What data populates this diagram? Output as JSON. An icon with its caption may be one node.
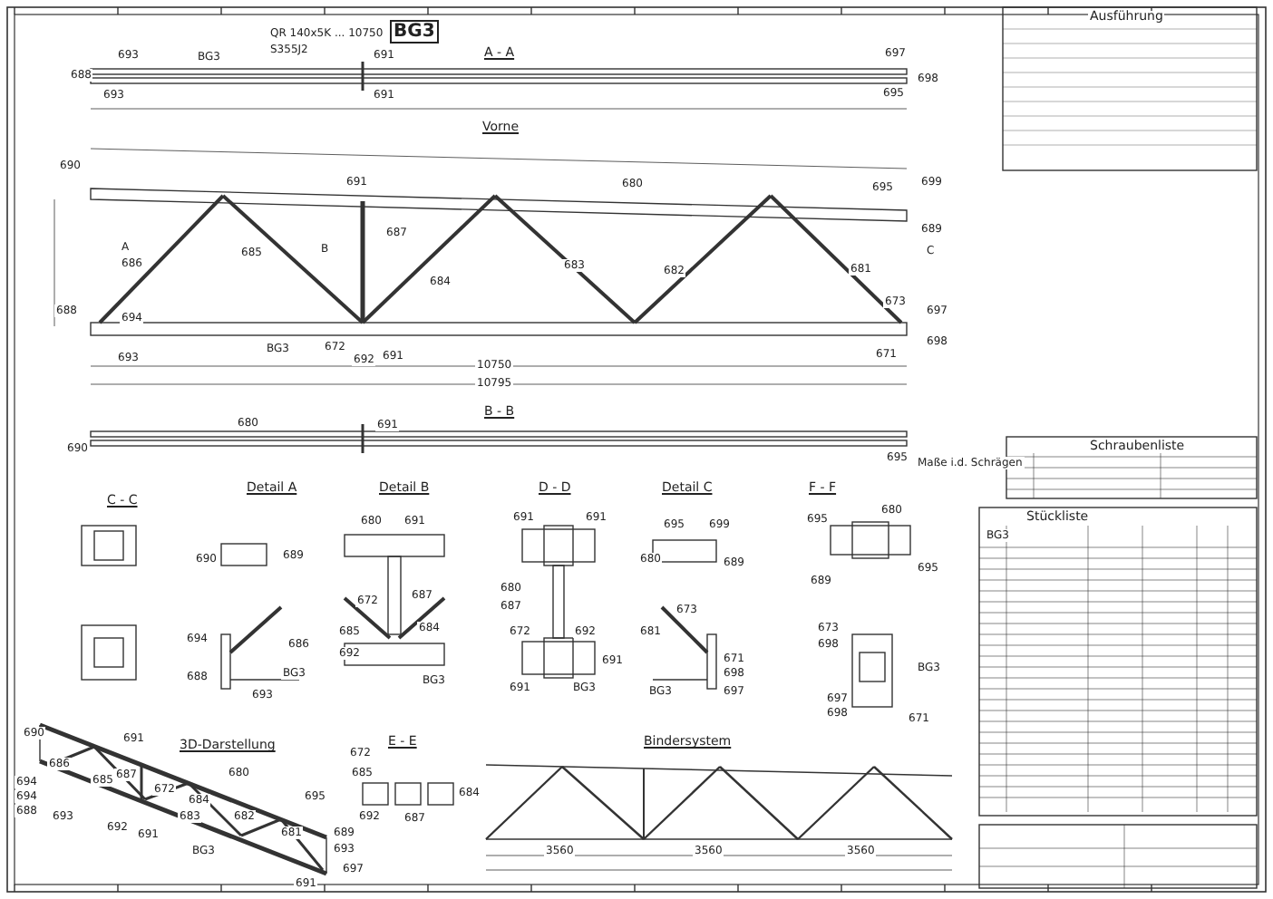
{
  "diagram": {
    "labels": [
      "QR 140x5K ... 10750",
      "BG3",
      "S355J2",
      "A - A",
      "688",
      "693",
      "BG3",
      "691",
      "693",
      "691",
      "697",
      "698",
      "695",
      "Vorne",
      "690",
      "691",
      "680",
      "695",
      "699",
      "689",
      "A",
      "686",
      "685",
      "B",
      "687",
      "684",
      "683",
      "682",
      "681",
      "C",
      "688",
      "694",
      "673",
      "697",
      "698",
      "693",
      "BG3",
      "672",
      "692",
      "691",
      "671",
      "10750",
      "10795",
      "B - B",
      "680",
      "691",
      "690",
      "695",
      "Maße i.d. Schrägen",
      "C - C",
      "Detail A",
      "Detail B",
      "D - D",
      "Detail C",
      "F - F",
      "690",
      "689",
      "694",
      "686",
      "688",
      "693",
      "BG3",
      "680",
      "691",
      "672",
      "687",
      "685",
      "684",
      "692",
      "BG3",
      "691",
      "691",
      "680",
      "687",
      "672",
      "692",
      "691",
      "691",
      "BG3",
      "695",
      "699",
      "680",
      "689",
      "681",
      "673",
      "BG3",
      "671",
      "698",
      "697",
      "695",
      "680",
      "689",
      "695",
      "673",
      "698",
      "BG3",
      "697",
      "698",
      "671",
      "3D-Darstellung",
      "690",
      "691",
      "686",
      "694",
      "694",
      "688",
      "693",
      "685",
      "687",
      "672",
      "684",
      "683",
      "680",
      "682",
      "681",
      "692",
      "691",
      "BG3",
      "695",
      "689",
      "693",
      "697",
      "691",
      "E - E",
      "672",
      "685",
      "684",
      "692",
      "687",
      "Bindersystem",
      "3560",
      "3560",
      "3560",
      "Ausführung",
      "Schraubenliste",
      "Stückliste",
      "BG3"
    ]
  }
}
